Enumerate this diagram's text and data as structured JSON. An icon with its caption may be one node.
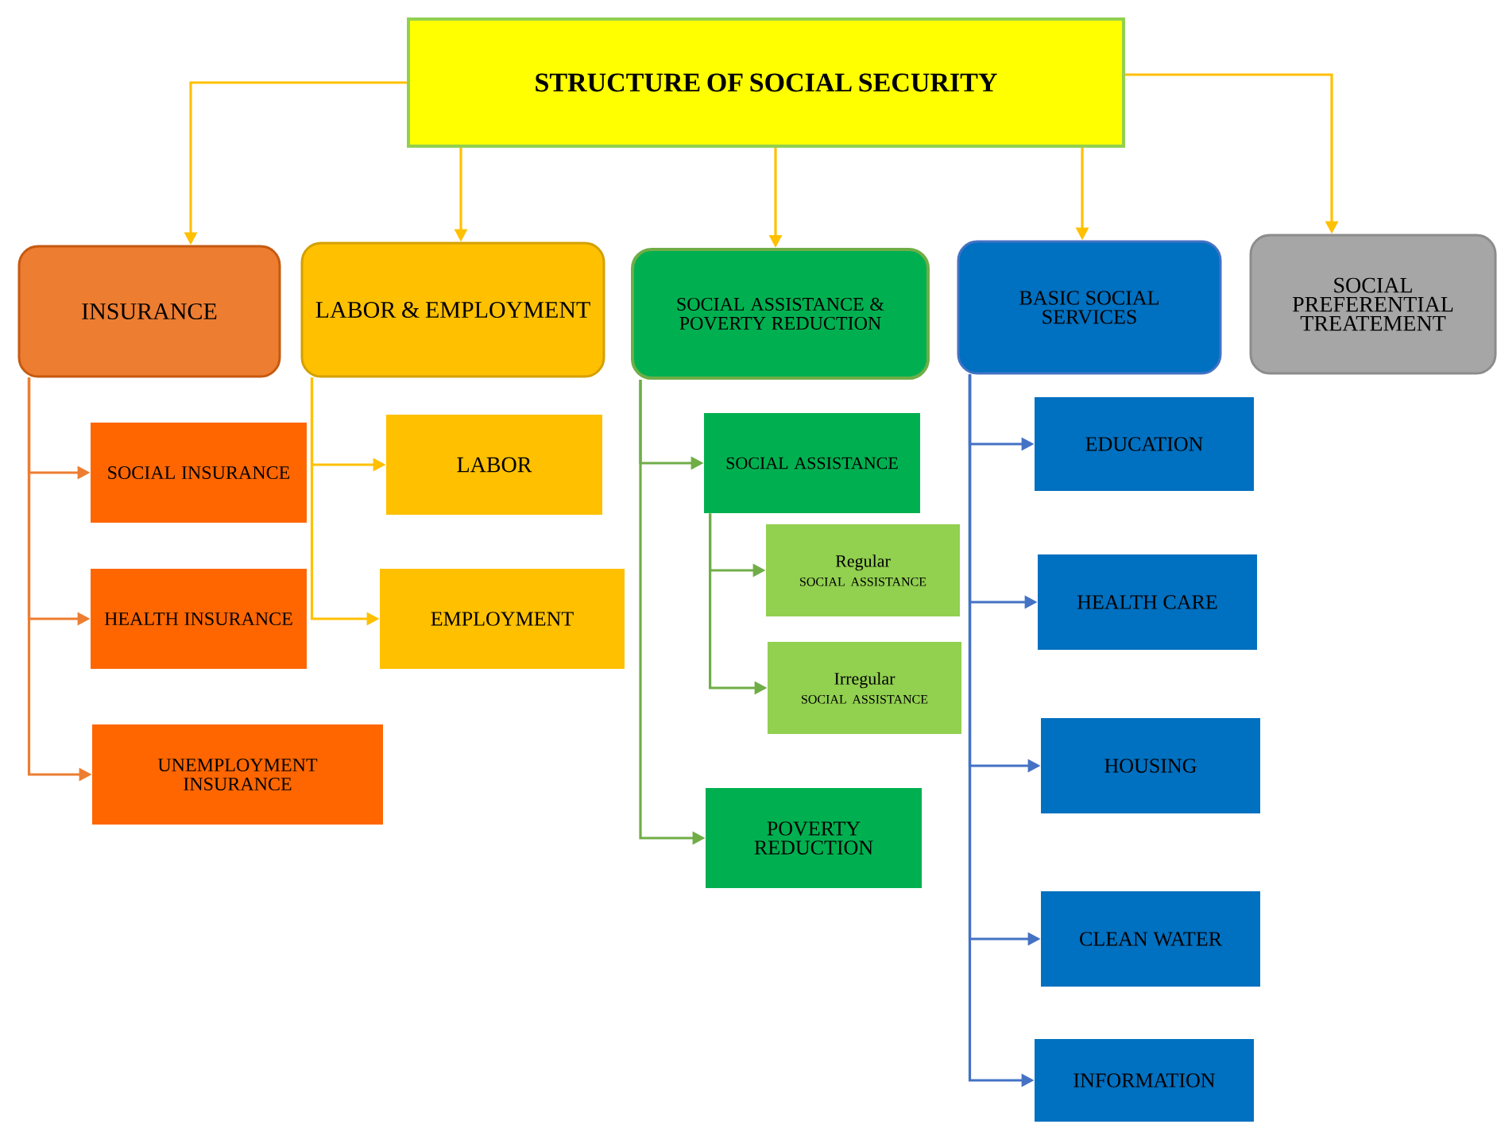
{
  "diagram": {
    "nodes": [
      {
        "text": [
          "STRUCTURE OF SOCIAL SECURITY"
        ]
      },
      {
        "text": [
          "INSURANCE"
        ]
      },
      {
        "text": [
          "LABOR & EMPLOYMENT"
        ]
      },
      {
        "text": [
          "SOCIAL ASSISTANCE & POVERTY REDUCTION"
        ]
      },
      {
        "text": [
          "BASIC SOCIAL SERVICES"
        ]
      },
      {
        "text": [
          "SOCIAL PREFERENTIAL TREATEMENT"
        ]
      },
      {
        "text": [
          "SOCIAL INSURANCE"
        ]
      },
      {
        "text": [
          "HEALTH INSURANCE"
        ]
      },
      {
        "text": [
          "UNEMPLOYMENT INSURANCE"
        ]
      },
      {
        "text": [
          "LABOR"
        ]
      },
      {
        "text": [
          "EMPLOYMENT"
        ]
      },
      {
        "text": [
          "SOCIAL ASSISTANCE"
        ]
      },
      {
        "text": [
          "Regular",
          "SOCIAL ASSISTANCE"
        ]
      },
      {
        "text": [
          "Irregular",
          "SOCIAL ASSISTANCE"
        ]
      },
      {
        "text": [
          "POVERTY REDUCTION"
        ]
      },
      {
        "text": [
          "EDUCATION"
        ]
      },
      {
        "text": [
          "HEALTH CARE"
        ]
      },
      {
        "text": [
          "HOUSING"
        ]
      },
      {
        "text": [
          "CLEAN WATER"
        ]
      },
      {
        "text": [
          "INFORMATION"
        ]
      }
    ],
    "edges": [
      {
        "from": 0,
        "to": 1,
        "arrow": "to"
      },
      {
        "from": 0,
        "to": 2,
        "arrow": "to"
      },
      {
        "from": 0,
        "to": 3,
        "arrow": "to"
      },
      {
        "from": 0,
        "to": 4,
        "arrow": "to"
      },
      {
        "from": 0,
        "to": 5,
        "arrow": "to"
      },
      {
        "from": 1,
        "to": 6,
        "arrow": "to",
        "color": "#ed7d31"
      },
      {
        "from": 1,
        "to": 7,
        "arrow": "to",
        "color": "#ed7d31"
      },
      {
        "from": 1,
        "to": 8,
        "arrow": "to",
        "color": "#ed7d31"
      },
      {
        "from": 2,
        "to": 9,
        "arrow": "to"
      },
      {
        "from": 2,
        "to": 10,
        "arrow": "to"
      },
      {
        "from": 3,
        "to": 11,
        "arrow": "to",
        "color": "#70ad47"
      },
      {
        "from": 11,
        "to": 12,
        "arrow": "to",
        "color": "#70ad47"
      },
      {
        "from": 11,
        "to": 13,
        "arrow": "to",
        "color": "#70ad47"
      },
      {
        "from": 3,
        "to": 14,
        "arrow": "to",
        "color": "#70ad47"
      },
      {
        "from": 4,
        "to": 15,
        "arrow": "to",
        "color": "#4472c4"
      },
      {
        "from": 4,
        "to": 16,
        "arrow": "to",
        "color": "#4472c4"
      },
      {
        "from": 4,
        "to": 17,
        "arrow": "to",
        "color": "#4472c4"
      },
      {
        "from": 4,
        "to": 18,
        "arrow": "to",
        "color": "#4472c4"
      },
      {
        "from": 4,
        "to": 19,
        "arrow": "to",
        "color": "#4472c4"
      }
    ]
  }
}
